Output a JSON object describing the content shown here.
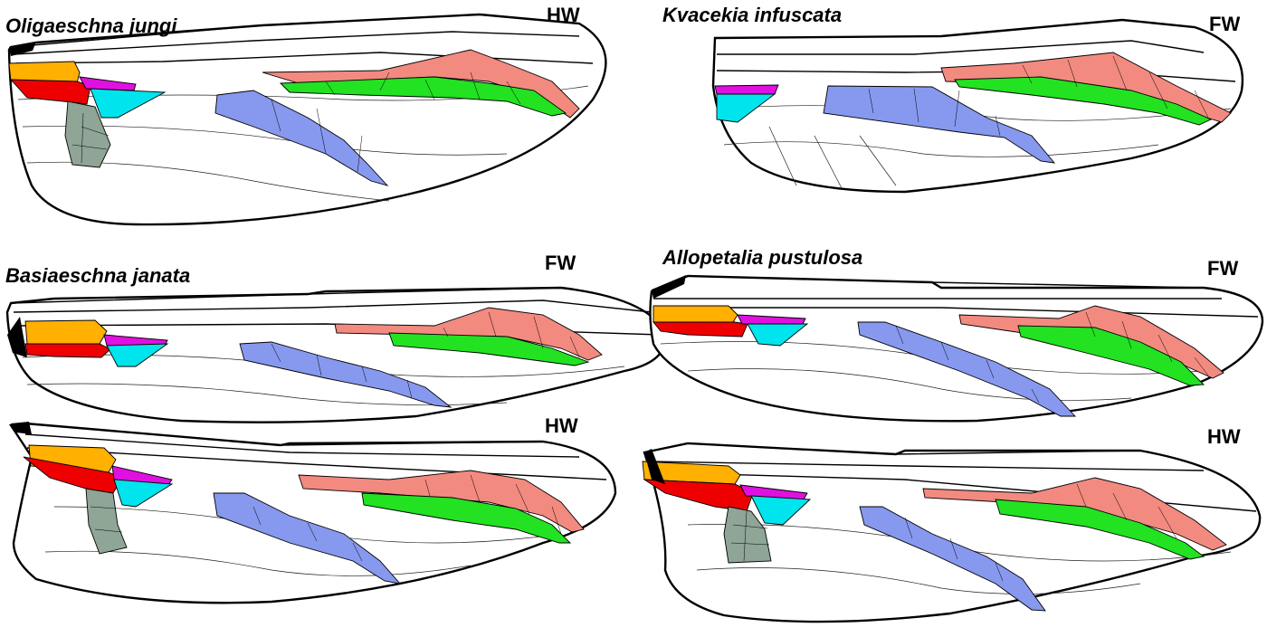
{
  "colors": {
    "orange": "#FFB000",
    "red": "#EE0000",
    "magenta": "#E010E0",
    "cyan": "#00E4EE",
    "gray_green": "#8FA596",
    "blue": "#8799EE",
    "salmon": "#F28A80",
    "green": "#22E222"
  },
  "panels": [
    {
      "species": "Oligaeschna jungi",
      "wing": "HW"
    },
    {
      "species": "Kvacekia infuscata",
      "wing": "FW"
    },
    {
      "species": "Basiaeschna janata",
      "wing": "FW"
    },
    {
      "species": "",
      "wing": "HW"
    },
    {
      "species": "Allopetalia pustulosa",
      "wing": "FW"
    },
    {
      "species": "",
      "wing": "HW"
    }
  ]
}
